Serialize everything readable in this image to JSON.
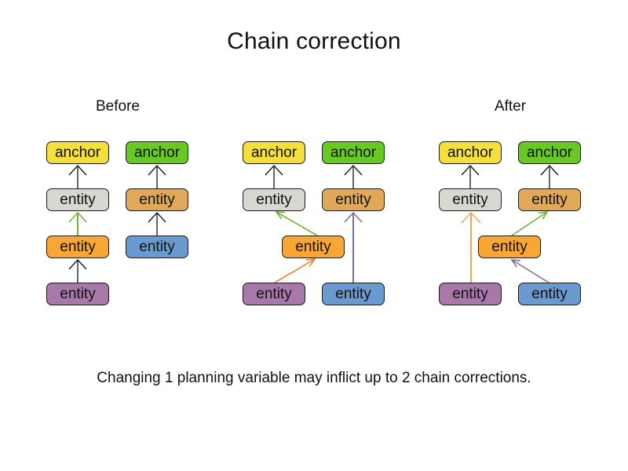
{
  "title": "Chain correction",
  "caption": "Changing 1 planning variable may inflict up to 2 chain corrections.",
  "diagram": {
    "groups": [
      {
        "name": "before",
        "label": "Before",
        "boxes": [
          {
            "label": "anchor",
            "color": "yellow"
          },
          {
            "label": "anchor",
            "color": "green"
          },
          {
            "label": "entity",
            "color": "gray"
          },
          {
            "label": "entity",
            "color": "tan"
          },
          {
            "label": "entity",
            "color": "orange"
          },
          {
            "label": "entity",
            "color": "blue"
          },
          {
            "label": "entity",
            "color": "purple"
          }
        ],
        "arrows": [
          {
            "from": "entity-gray",
            "to": "anchor-yellow",
            "color": "dark"
          },
          {
            "from": "entity-tan",
            "to": "anchor-green",
            "color": "dark"
          },
          {
            "from": "entity-orange",
            "to": "entity-gray",
            "color": "green"
          },
          {
            "from": "entity-purple",
            "to": "entity-orange",
            "color": "dark"
          },
          {
            "from": "entity-blue",
            "to": "entity-tan",
            "color": "dark"
          }
        ]
      },
      {
        "name": "middle",
        "boxes": [
          {
            "label": "anchor",
            "color": "yellow"
          },
          {
            "label": "anchor",
            "color": "green"
          },
          {
            "label": "entity",
            "color": "gray"
          },
          {
            "label": "entity",
            "color": "tan"
          },
          {
            "label": "entity",
            "color": "orange"
          },
          {
            "label": "entity",
            "color": "purple"
          },
          {
            "label": "entity",
            "color": "blue"
          }
        ],
        "arrows": [
          {
            "from": "entity-gray",
            "to": "anchor-yellow",
            "color": "dark"
          },
          {
            "from": "entity-tan",
            "to": "anchor-green",
            "color": "dark"
          },
          {
            "from": "entity-orange",
            "to": "entity-gray",
            "color": "green"
          },
          {
            "from": "entity-purple",
            "to": "entity-orange",
            "color": "orange"
          },
          {
            "from": "entity-blue",
            "to": "entity-tan",
            "color": "purple"
          }
        ]
      },
      {
        "name": "after",
        "label": "After",
        "boxes": [
          {
            "label": "anchor",
            "color": "yellow"
          },
          {
            "label": "anchor",
            "color": "green"
          },
          {
            "label": "entity",
            "color": "gray"
          },
          {
            "label": "entity",
            "color": "tan"
          },
          {
            "label": "entity",
            "color": "orange"
          },
          {
            "label": "entity",
            "color": "purple"
          },
          {
            "label": "entity",
            "color": "blue"
          }
        ],
        "arrows": [
          {
            "from": "entity-gray",
            "to": "anchor-yellow",
            "color": "dark"
          },
          {
            "from": "entity-tan",
            "to": "anchor-green",
            "color": "dark"
          },
          {
            "from": "entity-purple",
            "to": "entity-gray",
            "color": "orange"
          },
          {
            "from": "entity-orange",
            "to": "entity-tan",
            "color": "green"
          },
          {
            "from": "entity-blue",
            "to": "entity-orange",
            "color": "purple"
          }
        ]
      }
    ]
  },
  "colors": {
    "background": "#FFFFFF",
    "box_border": "#1A1A1A",
    "box_yellow": "#F5DF3C",
    "box_green": "#69C923",
    "box_gray": "#D8D8D0",
    "box_tan": "#E0A957",
    "box_orange": "#F9A734",
    "box_blue": "#6B9AD0",
    "box_purple": "#A879A8",
    "arrow_dark_shaft": "#666666",
    "arrow_dark_head": "#1A1A1A",
    "arrow_green": "#6FB139",
    "arrow_orange": "#E5882F",
    "arrow_orange_light": "#F0A55C",
    "arrow_purple": "#8A679C"
  }
}
